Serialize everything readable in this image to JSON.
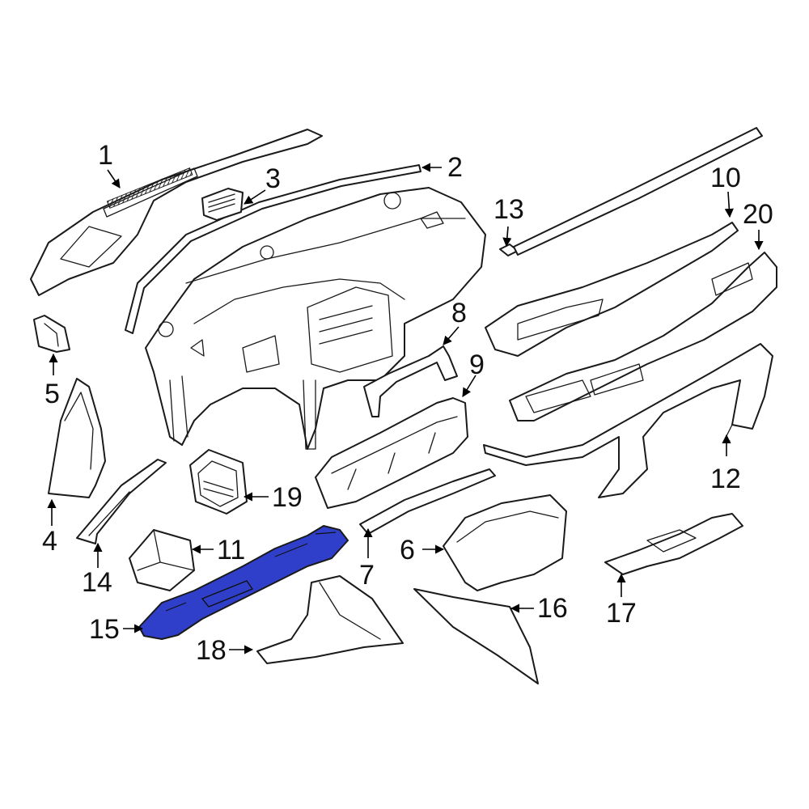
{
  "highlight_color": "#2f3fc9",
  "callouts": [
    {
      "id": "c1",
      "label": "1"
    },
    {
      "id": "c2",
      "label": "2"
    },
    {
      "id": "c3",
      "label": "3"
    },
    {
      "id": "c4",
      "label": "4"
    },
    {
      "id": "c5",
      "label": "5"
    },
    {
      "id": "c6",
      "label": "6"
    },
    {
      "id": "c7",
      "label": "7"
    },
    {
      "id": "c8",
      "label": "8"
    },
    {
      "id": "c9",
      "label": "9"
    },
    {
      "id": "c10",
      "label": "10"
    },
    {
      "id": "c11",
      "label": "11"
    },
    {
      "id": "c12",
      "label": "12"
    },
    {
      "id": "c13",
      "label": "13"
    },
    {
      "id": "c14",
      "label": "14"
    },
    {
      "id": "c15",
      "label": "15"
    },
    {
      "id": "c16",
      "label": "16"
    },
    {
      "id": "c17",
      "label": "17"
    },
    {
      "id": "c18",
      "label": "18"
    },
    {
      "id": "c19",
      "label": "19"
    },
    {
      "id": "c20",
      "label": "20"
    }
  ],
  "highlighted_part": "15"
}
